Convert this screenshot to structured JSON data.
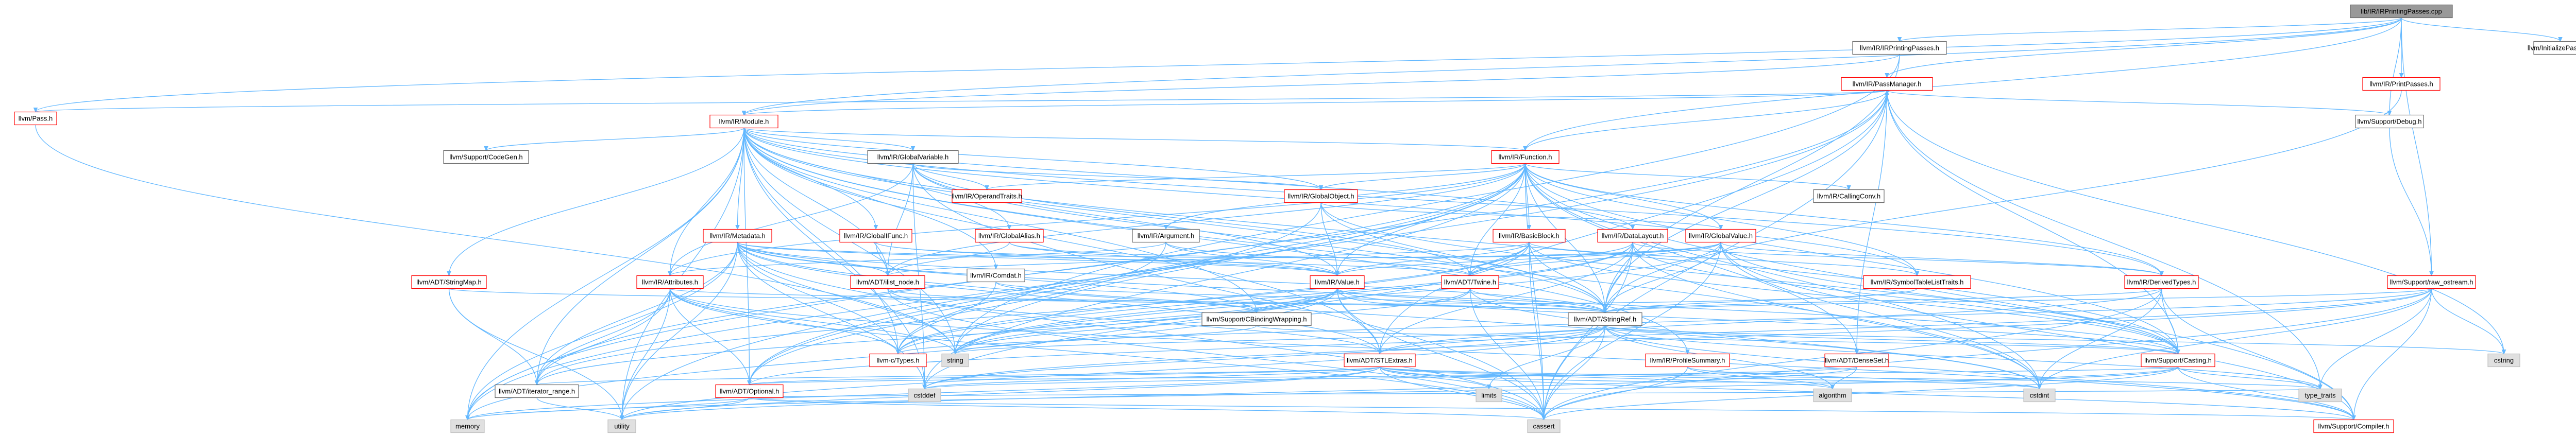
{
  "graph": {
    "title": "lib/IR/IRPrintingPasses.cpp",
    "colors": {
      "root_fill": "#999999",
      "node_fill": "#ffffff",
      "sys_fill": "#e0e0e0",
      "border_normal": "#666666",
      "border_red": "#ff0000",
      "border_gray": "#bfbfbf",
      "edge": "#63b8ff"
    },
    "nodes": [
      {
        "id": "root",
        "label": "lib/IR/IRPrintingPasses.cpp",
        "kind": "root"
      },
      {
        "id": "irpp",
        "label": "llvm/IR/IRPrintingPasses.h",
        "kind": "normal"
      },
      {
        "id": "pass",
        "label": "llvm/Pass.h",
        "kind": "red"
      },
      {
        "id": "passmgr",
        "label": "llvm/IR/PassManager.h",
        "kind": "red"
      },
      {
        "id": "printpasses",
        "label": "llvm/IR/PrintPasses.h",
        "kind": "red"
      },
      {
        "id": "initpasses",
        "label": "llvm/InitializePasses.h",
        "kind": "normal"
      },
      {
        "id": "module",
        "label": "llvm/IR/Module.h",
        "kind": "red"
      },
      {
        "id": "debug",
        "label": "llvm/Support/Debug.h",
        "kind": "normal"
      },
      {
        "id": "function",
        "label": "llvm/IR/Function.h",
        "kind": "red"
      },
      {
        "id": "codegen",
        "label": "llvm/Support/CodeGen.h",
        "kind": "normal"
      },
      {
        "id": "globalvar",
        "label": "llvm/IR/GlobalVariable.h",
        "kind": "normal"
      },
      {
        "id": "callingconv",
        "label": "llvm/IR/CallingConv.h",
        "kind": "normal"
      },
      {
        "id": "operandtraits",
        "label": "llvm/IR/OperandTraits.h",
        "kind": "red"
      },
      {
        "id": "globalobject",
        "label": "llvm/IR/GlobalObject.h",
        "kind": "red"
      },
      {
        "id": "argument",
        "label": "llvm/IR/Argument.h",
        "kind": "normal"
      },
      {
        "id": "metadata",
        "label": "llvm/IR/Metadata.h",
        "kind": "red"
      },
      {
        "id": "globalifunc",
        "label": "llvm/IR/GlobalIFunc.h",
        "kind": "red"
      },
      {
        "id": "globalalias",
        "label": "llvm/IR/GlobalAlias.h",
        "kind": "red"
      },
      {
        "id": "comdat",
        "label": "llvm/IR/Comdat.h",
        "kind": "normal"
      },
      {
        "id": "basicblock",
        "label": "llvm/IR/BasicBlock.h",
        "kind": "red"
      },
      {
        "id": "datalayout",
        "label": "llvm/IR/DataLayout.h",
        "kind": "red"
      },
      {
        "id": "globalvalue",
        "label": "llvm/IR/GlobalValue.h",
        "kind": "red"
      },
      {
        "id": "derivedtypes",
        "label": "llvm/IR/DerivedTypes.h",
        "kind": "red"
      },
      {
        "id": "rawostream",
        "label": "llvm/Support/raw_ostream.h",
        "kind": "red"
      },
      {
        "id": "stringmap",
        "label": "llvm/ADT/StringMap.h",
        "kind": "red"
      },
      {
        "id": "attributes",
        "label": "llvm/IR/Attributes.h",
        "kind": "red"
      },
      {
        "id": "ilistnode",
        "label": "llvm/ADT/ilist_node.h",
        "kind": "red"
      },
      {
        "id": "value",
        "label": "llvm/IR/Value.h",
        "kind": "red"
      },
      {
        "id": "twine",
        "label": "llvm/ADT/Twine.h",
        "kind": "red"
      },
      {
        "id": "symtab",
        "label": "llvm/IR/SymbolTableListTraits.h",
        "kind": "red"
      },
      {
        "id": "cbinding",
        "label": "llvm/Support/CBindingWrapping.h",
        "kind": "normal"
      },
      {
        "id": "stringref",
        "label": "llvm/ADT/StringRef.h",
        "kind": "normal"
      },
      {
        "id": "ctypes",
        "label": "llvm-c/Types.h",
        "kind": "red"
      },
      {
        "id": "stlextras",
        "label": "llvm/ADT/STLExtras.h",
        "kind": "red"
      },
      {
        "id": "profilesummary",
        "label": "llvm/IR/ProfileSummary.h",
        "kind": "red"
      },
      {
        "id": "denseset",
        "label": "llvm/ADT/DenseSet.h",
        "kind": "red"
      },
      {
        "id": "casting",
        "label": "llvm/Support/Casting.h",
        "kind": "red"
      },
      {
        "id": "iterrange",
        "label": "llvm/ADT/iterator_range.h",
        "kind": "normal"
      },
      {
        "id": "optional",
        "label": "llvm/ADT/Optional.h",
        "kind": "red"
      },
      {
        "id": "compiler",
        "label": "llvm/Support/Compiler.h",
        "kind": "red"
      },
      {
        "id": "string",
        "label": "string",
        "kind": "sys"
      },
      {
        "id": "cstddef",
        "label": "cstddef",
        "kind": "sys"
      },
      {
        "id": "cstdint",
        "label": "cstdint",
        "kind": "sys"
      },
      {
        "id": "limits",
        "label": "limits",
        "kind": "sys"
      },
      {
        "id": "algorithm",
        "label": "algorithm",
        "kind": "sys"
      },
      {
        "id": "typetraits",
        "label": "type_traits",
        "kind": "sys"
      },
      {
        "id": "cstring",
        "label": "cstring",
        "kind": "sys"
      },
      {
        "id": "memory",
        "label": "memory",
        "kind": "sys"
      },
      {
        "id": "utility",
        "label": "utility",
        "kind": "sys"
      },
      {
        "id": "cassert",
        "label": "cassert",
        "kind": "sys"
      }
    ],
    "edges": [
      [
        "root",
        "irpp"
      ],
      [
        "root",
        "pass"
      ],
      [
        "root",
        "passmgr"
      ],
      [
        "root",
        "printpasses"
      ],
      [
        "root",
        "initpasses"
      ],
      [
        "root",
        "module"
      ],
      [
        "root",
        "debug"
      ],
      [
        "root",
        "function"
      ],
      [
        "root",
        "rawostream"
      ],
      [
        "irpp",
        "module"
      ],
      [
        "irpp",
        "stringref"
      ],
      [
        "irpp",
        "string"
      ],
      [
        "pass",
        "passmgr"
      ],
      [
        "pass",
        "string"
      ],
      [
        "passmgr",
        "module"
      ],
      [
        "passmgr",
        "function"
      ],
      [
        "passmgr",
        "stlextras"
      ],
      [
        "passmgr",
        "casting"
      ],
      [
        "passmgr",
        "debug"
      ],
      [
        "passmgr",
        "memory"
      ],
      [
        "passmgr",
        "cassert"
      ],
      [
        "passmgr",
        "cstring"
      ],
      [
        "passmgr",
        "typetraits"
      ],
      [
        "passmgr",
        "utility"
      ],
      [
        "passmgr",
        "stringref"
      ],
      [
        "passmgr",
        "denseset"
      ],
      [
        "printpasses",
        "stringref"
      ],
      [
        "debug",
        "rawostream"
      ],
      [
        "module",
        "function"
      ],
      [
        "module",
        "codegen"
      ],
      [
        "module",
        "globalvar"
      ],
      [
        "module",
        "globalifunc"
      ],
      [
        "module",
        "globalalias"
      ],
      [
        "module",
        "comdat"
      ],
      [
        "module",
        "datalayout"
      ],
      [
        "module",
        "metadata"
      ],
      [
        "module",
        "attributes"
      ],
      [
        "module",
        "stringmap"
      ],
      [
        "module",
        "stringref"
      ],
      [
        "module",
        "iterrange"
      ],
      [
        "module",
        "ctypes"
      ],
      [
        "module",
        "cbinding"
      ],
      [
        "module",
        "casting"
      ],
      [
        "module",
        "globalobject"
      ],
      [
        "module",
        "symtab"
      ],
      [
        "module",
        "ilistnode"
      ],
      [
        "module",
        "stlextras"
      ],
      [
        "module",
        "optional"
      ],
      [
        "module",
        "cstddef"
      ],
      [
        "module",
        "cstdint"
      ],
      [
        "module",
        "memory"
      ],
      [
        "module",
        "string"
      ],
      [
        "module",
        "utility"
      ],
      [
        "module",
        "profilesummary"
      ],
      [
        "module",
        "derivedtypes"
      ],
      [
        "function",
        "callingconv"
      ],
      [
        "function",
        "operandtraits"
      ],
      [
        "function",
        "globalobject"
      ],
      [
        "function",
        "argument"
      ],
      [
        "function",
        "basicblock"
      ],
      [
        "function",
        "derivedtypes"
      ],
      [
        "function",
        "attributes"
      ],
      [
        "function",
        "globalvalue"
      ],
      [
        "function",
        "value"
      ],
      [
        "function",
        "symtab"
      ],
      [
        "function",
        "ilistnode"
      ],
      [
        "function",
        "twine"
      ],
      [
        "function",
        "denseset"
      ],
      [
        "function",
        "stringref"
      ],
      [
        "function",
        "iterrange"
      ],
      [
        "function",
        "compiler"
      ],
      [
        "function",
        "cassert"
      ],
      [
        "function",
        "cstddef"
      ],
      [
        "function",
        "cstdint"
      ],
      [
        "function",
        "memory"
      ],
      [
        "function",
        "string"
      ],
      [
        "function",
        "casting"
      ],
      [
        "function",
        "ctypes"
      ],
      [
        "function",
        "optional"
      ],
      [
        "globalvar",
        "globalobject"
      ],
      [
        "globalvar",
        "operandtraits"
      ],
      [
        "globalvar",
        "attributes"
      ],
      [
        "globalvar",
        "twine"
      ],
      [
        "globalvar",
        "ilistnode"
      ],
      [
        "globalvar",
        "value"
      ],
      [
        "globalvar",
        "cassert"
      ],
      [
        "globalvar",
        "cstddef"
      ],
      [
        "globalvar",
        "stringref"
      ],
      [
        "globalobject",
        "globalvalue"
      ],
      [
        "globalobject",
        "value"
      ],
      [
        "globalobject",
        "stringref"
      ],
      [
        "globalobject",
        "casting"
      ],
      [
        "globalobject",
        "optional"
      ],
      [
        "globalifunc",
        "globalvalue"
      ],
      [
        "globalifunc",
        "ilistnode"
      ],
      [
        "globalifunc",
        "value"
      ],
      [
        "globalalias",
        "globalvalue"
      ],
      [
        "globalalias",
        "ilistnode"
      ],
      [
        "globalalias",
        "value"
      ],
      [
        "argument",
        "twine"
      ],
      [
        "argument",
        "value"
      ],
      [
        "argument",
        "attributes"
      ],
      [
        "argument",
        "optional"
      ],
      [
        "metadata",
        "value"
      ],
      [
        "metadata",
        "stringref"
      ],
      [
        "metadata",
        "stlextras"
      ],
      [
        "metadata",
        "iterrange"
      ],
      [
        "metadata",
        "cbinding"
      ],
      [
        "metadata",
        "casting"
      ],
      [
        "metadata",
        "ctypes"
      ],
      [
        "metadata",
        "cstddef"
      ],
      [
        "metadata",
        "cstdint"
      ],
      [
        "metadata",
        "memory"
      ],
      [
        "metadata",
        "string"
      ],
      [
        "metadata",
        "utility"
      ],
      [
        "metadata",
        "cassert"
      ],
      [
        "metadata",
        "ilistnode"
      ],
      [
        "metadata",
        "twine"
      ],
      [
        "comdat",
        "stringref"
      ],
      [
        "comdat",
        "cbinding"
      ],
      [
        "comdat",
        "ctypes"
      ],
      [
        "basicblock",
        "twine"
      ],
      [
        "basicblock",
        "value"
      ],
      [
        "basicblock",
        "symtab"
      ],
      [
        "basicblock",
        "ilistnode"
      ],
      [
        "basicblock",
        "stringref"
      ],
      [
        "basicblock",
        "casting"
      ],
      [
        "basicblock",
        "cstddef"
      ],
      [
        "basicblock",
        "cassert"
      ],
      [
        "basicblock",
        "iterrange"
      ],
      [
        "basicblock",
        "ctypes"
      ],
      [
        "datalayout",
        "derivedtypes"
      ],
      [
        "datalayout",
        "stringref"
      ],
      [
        "datalayout",
        "stlextras"
      ],
      [
        "datalayout",
        "casting"
      ],
      [
        "datalayout",
        "cassert"
      ],
      [
        "datalayout",
        "cstdint"
      ],
      [
        "datalayout",
        "string"
      ],
      [
        "datalayout",
        "ctypes"
      ],
      [
        "datalayout",
        "twine"
      ],
      [
        "globalvalue",
        "value"
      ],
      [
        "globalvalue",
        "twine"
      ],
      [
        "globalvalue",
        "stringref"
      ],
      [
        "globalvalue",
        "casting"
      ],
      [
        "globalvalue",
        "compiler"
      ],
      [
        "globalvalue",
        "cassert"
      ],
      [
        "globalvalue",
        "cstdint"
      ],
      [
        "globalvalue",
        "string"
      ],
      [
        "globalvalue",
        "derivedtypes"
      ],
      [
        "derivedtypes",
        "stringref"
      ],
      [
        "derivedtypes",
        "stlextras"
      ],
      [
        "derivedtypes",
        "casting"
      ],
      [
        "derivedtypes",
        "compiler"
      ],
      [
        "derivedtypes",
        "cassert"
      ],
      [
        "derivedtypes",
        "cstdint"
      ],
      [
        "rawostream",
        "stringref"
      ],
      [
        "rawostream",
        "compiler"
      ],
      [
        "rawostream",
        "cassert"
      ],
      [
        "rawostream",
        "cstddef"
      ],
      [
        "rawostream",
        "cstdint"
      ],
      [
        "rawostream",
        "cstring"
      ],
      [
        "rawostream",
        "string"
      ],
      [
        "rawostream",
        "typetraits"
      ],
      [
        "rawostream",
        "optional"
      ],
      [
        "stringmap",
        "stringref"
      ],
      [
        "stringmap",
        "iterrange"
      ],
      [
        "stringmap",
        "utility"
      ],
      [
        "attributes",
        "stringref"
      ],
      [
        "attributes",
        "ctypes"
      ],
      [
        "attributes",
        "iterrange"
      ],
      [
        "attributes",
        "optional"
      ],
      [
        "attributes",
        "utility"
      ],
      [
        "attributes",
        "memory"
      ],
      [
        "attributes",
        "string"
      ],
      [
        "attributes",
        "cassert"
      ],
      [
        "attributes",
        "compiler"
      ],
      [
        "ilistnode",
        "stlextras"
      ],
      [
        "ilistnode",
        "cassert"
      ],
      [
        "value",
        "ctypes"
      ],
      [
        "value",
        "cbinding"
      ],
      [
        "value",
        "casting"
      ],
      [
        "value",
        "stlextras"
      ],
      [
        "value",
        "stringref"
      ],
      [
        "value",
        "iterrange"
      ],
      [
        "value",
        "cassert"
      ],
      [
        "value",
        "memory"
      ],
      [
        "value",
        "string"
      ],
      [
        "value",
        "twine"
      ],
      [
        "twine",
        "stringref"
      ],
      [
        "twine",
        "cassert"
      ],
      [
        "twine",
        "cstdint"
      ],
      [
        "twine",
        "string"
      ],
      [
        "symtab",
        "ilistnode"
      ],
      [
        "symtab",
        "stringref"
      ],
      [
        "cbinding",
        "ctypes"
      ],
      [
        "cbinding",
        "casting"
      ],
      [
        "stringref",
        "stlextras"
      ],
      [
        "stringref",
        "compiler"
      ],
      [
        "stringref",
        "algorithm"
      ],
      [
        "stringref",
        "cassert"
      ],
      [
        "stringref",
        "cstddef"
      ],
      [
        "stringref",
        "cstring"
      ],
      [
        "stringref",
        "limits"
      ],
      [
        "stringref",
        "string"
      ],
      [
        "stringref",
        "typetraits"
      ],
      [
        "stringref",
        "utility"
      ],
      [
        "stringref",
        "casting"
      ],
      [
        "stlextras",
        "casting"
      ],
      [
        "stlextras",
        "iterrange"
      ],
      [
        "stlextras",
        "optional"
      ],
      [
        "stlextras",
        "compiler"
      ],
      [
        "stlextras",
        "algorithm"
      ],
      [
        "stlextras",
        "cassert"
      ],
      [
        "stlextras",
        "cstddef"
      ],
      [
        "stlextras",
        "cstdint"
      ],
      [
        "stlextras",
        "limits"
      ],
      [
        "stlextras",
        "memory"
      ],
      [
        "stlextras",
        "typetraits"
      ],
      [
        "stlextras",
        "utility"
      ],
      [
        "profilesummary",
        "algorithm"
      ],
      [
        "profilesummary",
        "cassert"
      ],
      [
        "profilesummary",
        "cstdint"
      ],
      [
        "denseset",
        "algorithm"
      ],
      [
        "denseset",
        "cstddef"
      ],
      [
        "denseset",
        "utility"
      ],
      [
        "casting",
        "compiler"
      ],
      [
        "casting",
        "cassert"
      ],
      [
        "casting",
        "memory"
      ],
      [
        "casting",
        "typetraits"
      ],
      [
        "casting",
        "optional"
      ],
      [
        "iterrange",
        "utility"
      ],
      [
        "optional",
        "compiler"
      ],
      [
        "optional",
        "cassert"
      ],
      [
        "optional",
        "memory"
      ],
      [
        "optional",
        "utility"
      ],
      [
        "optional",
        "typetraits"
      ]
    ]
  }
}
